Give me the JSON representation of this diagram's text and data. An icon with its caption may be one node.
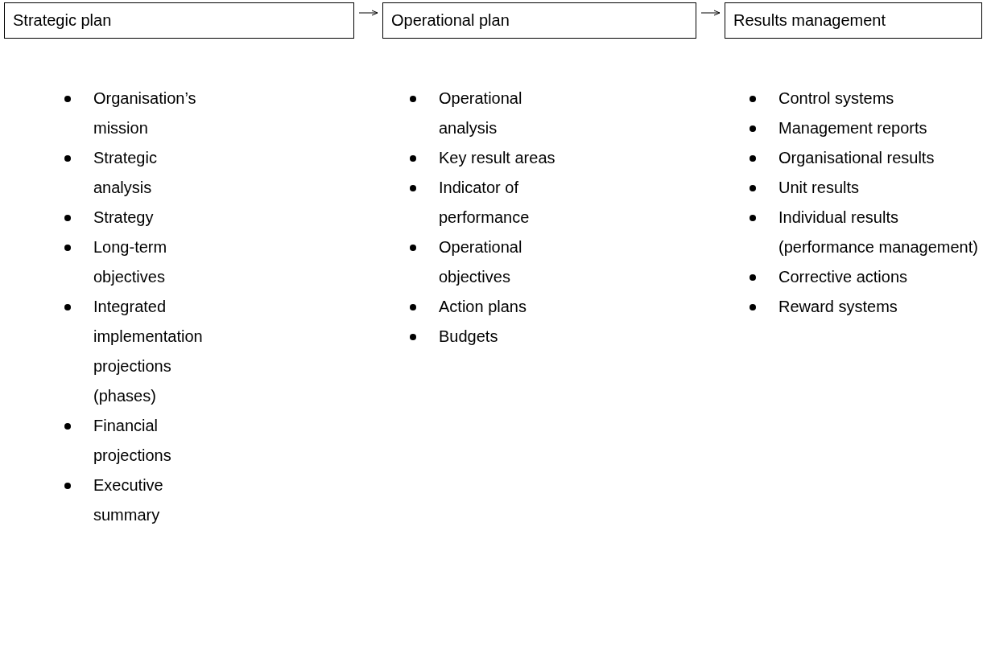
{
  "diagram": {
    "nodes": [
      {
        "text": [
          "Strategic plan"
        ],
        "beside": [
          "Organisation’s mission",
          "Strategic analysis",
          "Strategy",
          "Long-term objectives",
          "Integrated implementation projections (phases)",
          "Financial projections",
          "Executive summary"
        ]
      },
      {
        "text": [
          "Operational plan"
        ],
        "beside": [
          "Operational analysis",
          "Key result areas",
          "Indicator of performance",
          "Operational objectives",
          "Action plans",
          "Budgets"
        ]
      },
      {
        "text": [
          "Results management"
        ],
        "beside": [
          "Control systems",
          "Management reports",
          "Organisational results",
          "Unit results",
          "Individual results (performance management)",
          "Corrective actions",
          "Reward systems"
        ]
      }
    ],
    "edges": [
      {
        "from": 0,
        "to": 1,
        "arrow": "to"
      },
      {
        "from": 1,
        "to": 2,
        "arrow": "to"
      }
    ]
  }
}
